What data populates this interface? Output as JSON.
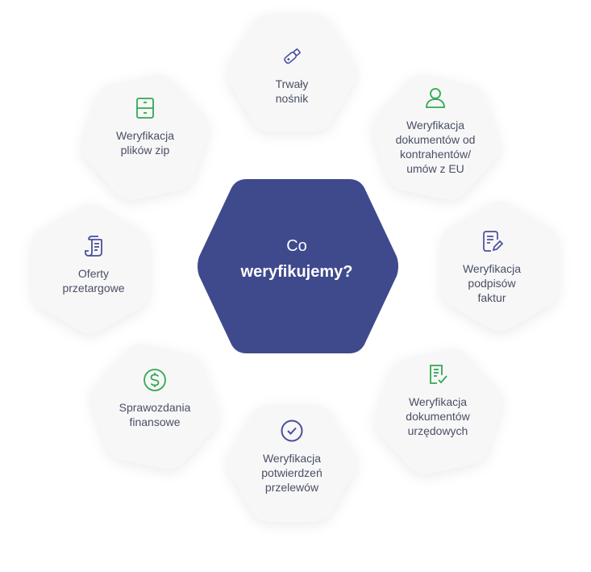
{
  "center": {
    "line1": "Co",
    "line2": "weryfikujemy?",
    "color": "#3f4a8d"
  },
  "colors": {
    "tile": "#f7f7f8",
    "text": "#4a4f63",
    "icon_purple": "#4a4f9a",
    "icon_green": "#33a852"
  },
  "items": [
    {
      "label": "Trwały\nnośnik",
      "icon": "usb-drive-icon"
    },
    {
      "label": "Weryfikacja\ndokumentów od\nkontrahentów/\numów z EU",
      "icon": "user-icon"
    },
    {
      "label": "Weryfikacja\npodpisów\nfaktur",
      "icon": "document-pen-icon"
    },
    {
      "label": "Weryfikacja\ndokumentów\nurzędowych",
      "icon": "document-check-icon"
    },
    {
      "label": "Weryfikacja\npotwierdzeń\nprzelewów",
      "icon": "check-circle-icon"
    },
    {
      "label": "Sprawozdania\nfinansowe",
      "icon": "dollar-circle-icon"
    },
    {
      "label": "Oferty\nprzetargowe",
      "icon": "document-list-icon"
    },
    {
      "label": "Weryfikacja\nplików zip",
      "icon": "zip-file-icon"
    }
  ]
}
